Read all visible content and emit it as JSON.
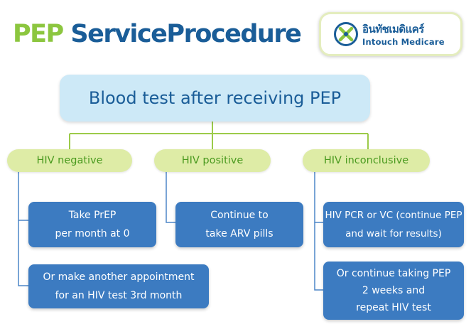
{
  "title": {
    "part1": "PEP",
    "part2": "Service",
    "part3": "Procedure"
  },
  "logo": {
    "thai_text": "อินทัชเมดิแคร์",
    "english_text": "Intouch Medicare"
  },
  "top_box": {
    "label": "Blood test after receiving PEP"
  },
  "branches": [
    {
      "label": "HIV negative",
      "steps": [
        [
          "Take PrEP",
          "per month at 0"
        ],
        [
          "Or make another appointment",
          "for an HIV test 3rd month"
        ]
      ]
    },
    {
      "label": "HIV positive",
      "steps": [
        [
          "Continue to",
          "take ARV pills"
        ]
      ]
    },
    {
      "label": "HIV inconclusive",
      "steps": [
        [
          "HIV PCR or VC (continue PEP",
          "and wait for results)"
        ],
        [
          "Or continue taking PEP",
          "2 weeks and",
          "repeat HIV test"
        ]
      ]
    }
  ],
  "colors": {
    "title_green": "#8cc63f",
    "title_blue": "#1a5d98",
    "top_box_fill": "#cde9f7",
    "pill_fill": "#deeca6",
    "pill_text": "#4a9a1f",
    "step_box_fill": "#3c7bc1",
    "connector_green": "#9ccb4a",
    "connector_blue": "#4d86c7"
  }
}
